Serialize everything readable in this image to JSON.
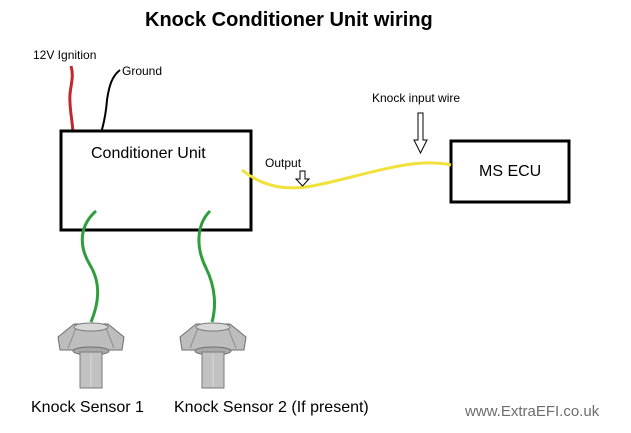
{
  "title": "Knock Conditioner Unit wiring",
  "labels": {
    "ignition": "12V Ignition",
    "ground": "Ground",
    "conditioner": "Conditioner Unit",
    "output": "Output",
    "knock_input": "Knock input wire",
    "ecu": "MS ECU",
    "sensor1": "Knock Sensor 1",
    "sensor2": "Knock Sensor 2 (If present)"
  },
  "website": "www.ExtraEFI.co.uk",
  "colors": {
    "ignition_wire": "#c0282d",
    "ground_wire": "#000000",
    "sensor_wire": "#2e9e3a",
    "signal_wire": "#f1e13c",
    "sensor_body": "#bdbdbd"
  }
}
